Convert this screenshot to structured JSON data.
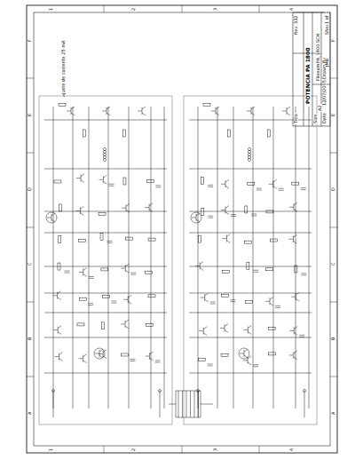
{
  "diagram": {
    "title": "POTENCIA PA 1800",
    "labels": [
      "ajuste de corrente 25 mA",
      "F",
      "E",
      "D",
      "C",
      "B",
      "A",
      "F",
      "E",
      "D",
      "C",
      "B",
      "A",
      "1",
      "2",
      "3",
      "4",
      "1",
      "2",
      "3",
      "4",
      "Title",
      "Size",
      "A2",
      "Date",
      "12/07/2005",
      "Drawn By",
      "JMB",
      "Filename",
      "PA_1800.SCH",
      "Sheet",
      "1 of 1",
      "Rev",
      "332"
    ]
  }
}
